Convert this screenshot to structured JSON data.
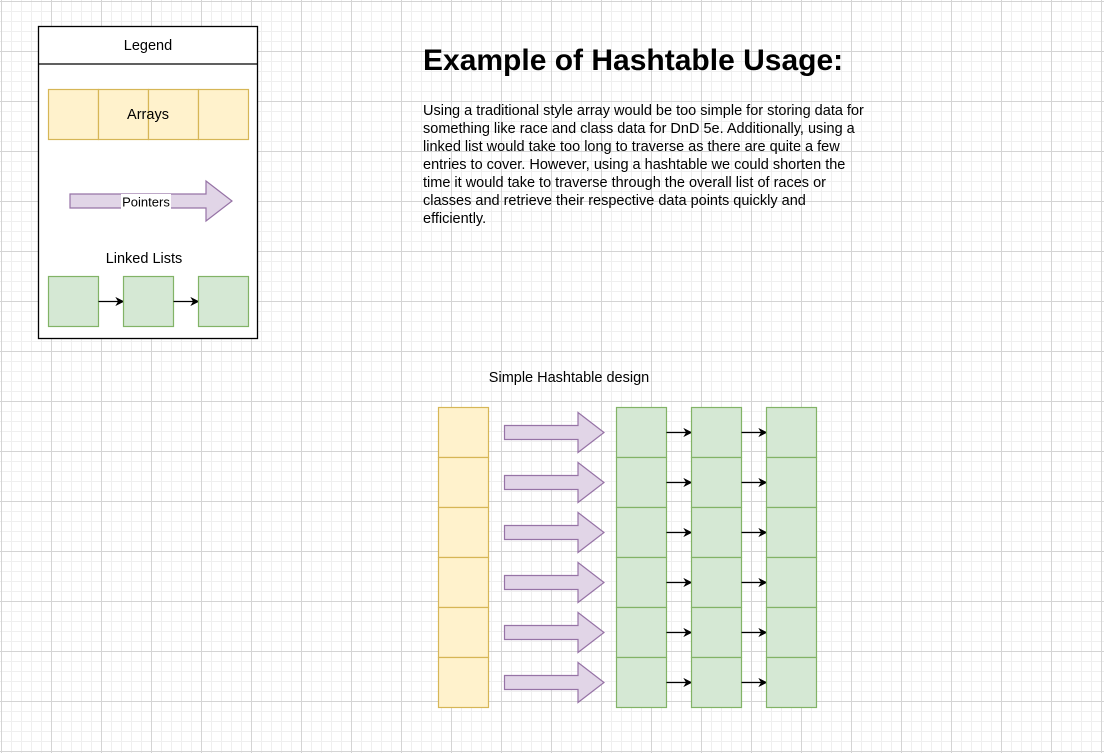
{
  "legend": {
    "title": "Legend",
    "arrays_label": "Arrays",
    "pointers_label": "Pointers",
    "linked_lists_label": "Linked Lists"
  },
  "heading": "Example of Hashtable Usage:",
  "description_lines": [
    "Using a traditional style array would be too simple for storing data for",
    "something like race and class data for DnD 5e. Additionally, using a",
    "linked list would take too long to traverse as there are quite a few",
    "entries to cover. However, using a hashtable we could shorten the",
    "time it would take to traverse through the overall list of races or",
    "classes and retrieve their respective data points quickly and",
    "efficiently."
  ],
  "diagram": {
    "caption": "Simple Hashtable design",
    "bucket_count": 6,
    "nodes_per_chain": 3
  },
  "colors": {
    "array_fill": "#fff2cc",
    "array_stroke": "#d6b656",
    "pointer_fill": "#e1d5e7",
    "pointer_stroke": "#9673a6",
    "node_fill": "#d5e8d4",
    "node_stroke": "#82b366",
    "line": "#000000"
  }
}
